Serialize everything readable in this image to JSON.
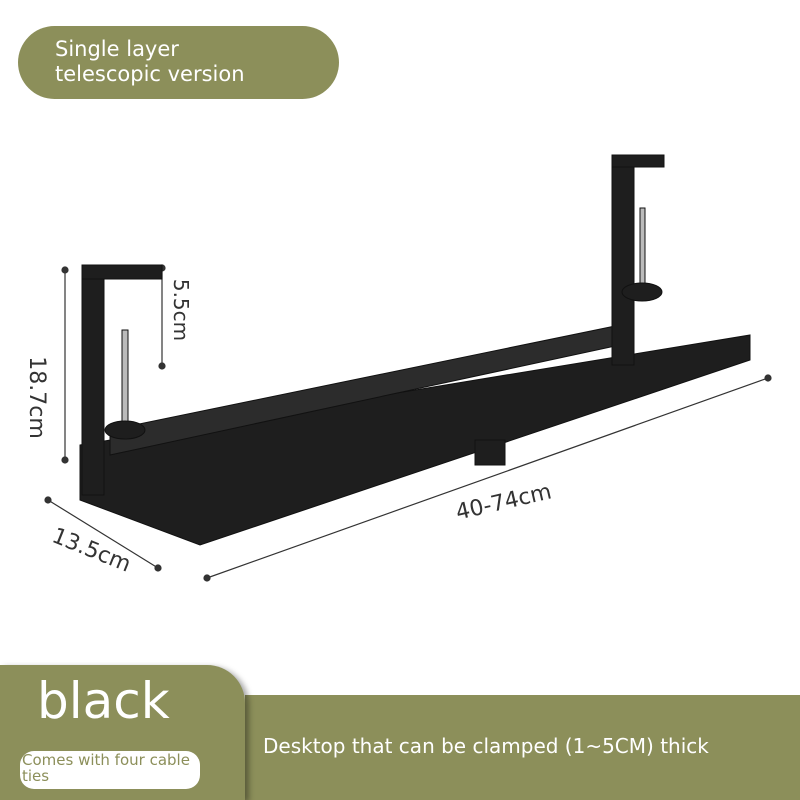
{
  "badge": {
    "line1": "Single layer",
    "line2": "telescopic version"
  },
  "dimensions": {
    "height": "18.7cm",
    "clamp": "5.5cm",
    "length": "40-74cm",
    "depth": "13.5cm"
  },
  "variant": {
    "color_name": "black",
    "note": "Comes with four cable ties"
  },
  "footer": {
    "text": "Desktop that can be clamped (1~5CM) thick"
  },
  "colors": {
    "accent": "#8c8f5a",
    "product": "#1e1e1e"
  }
}
